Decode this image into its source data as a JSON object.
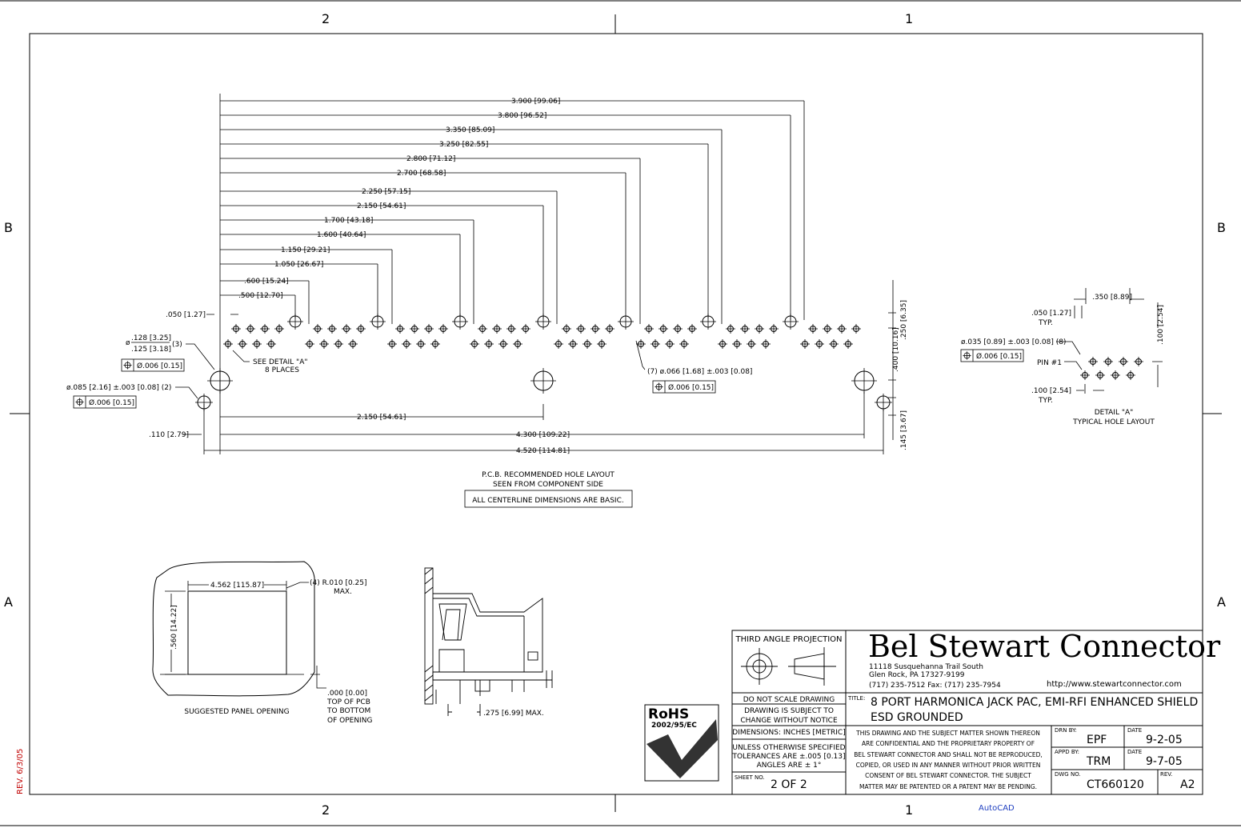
{
  "zones": {
    "col_2": "2",
    "col_1": "1",
    "row_b": "B",
    "row_a": "A"
  },
  "rev_note": "REV. 6/3/05",
  "cad_label": "AutoCAD",
  "pcb_layout": {
    "horizontal_dims": [
      "3.900 [99.06]",
      "3.800 [96.52]",
      "3.350 [85.09]",
      "3.250 [82.55]",
      "2.800 [71.12]",
      "2.700 [68.58]",
      "2.250 [57.15]",
      "2.150 [54.61]",
      "1.700 [43.18]",
      "1.600 [40.64]",
      "1.150 [29.21]",
      "1.050 [26.67]",
      ".600 [15.24]",
      ".500 [12.70]"
    ],
    "dim_050": ".050 [1.27]",
    "mount_hole_top": ".128 [3.25]",
    "mount_hole_bottom": ".125 [3.18]",
    "mount_hole_qty": "(3)",
    "see_detail": "SEE DETAIL \"A\"",
    "places": "8 PLACES",
    "fcf_tol": "Ø.006 [0.15]",
    "small_hole": "ø.085 [2.16] ±.003 [0.08] (2)",
    "led_hole": "(7) ø.066 [1.68] ±.003 [0.08]",
    "dim_2150": "2.150 [54.61]",
    "dim_110": ".110 [2.79]",
    "dim_4300": "4.300 [109.22]",
    "dim_4520": "4.520 [114.81]",
    "dim_250": ".250 [6.35]",
    "dim_400": ".400 [10.16]",
    "dim_145": ".145 [3.67]",
    "caption_1": "P.C.B. RECOMMENDED HOLE LAYOUT",
    "caption_2": "SEEN FROM COMPONENT SIDE",
    "basic_note": "ALL CENTERLINE DIMENSIONS ARE BASIC."
  },
  "detail_a": {
    "dim_350": ".350 [8.89]",
    "dim_050": ".050 [1.27]",
    "typ": "TYP.",
    "dim_100_v": ".100 [2.54]",
    "pin_hole": "ø.035 [0.89] ±.003 [0.08] (8)",
    "pin1": "PIN #1",
    "dim_100_h": ".100 [2.54]",
    "title": "DETAIL \"A\"",
    "subtitle": "TYPICAL HOLE LAYOUT"
  },
  "panel": {
    "width": "4.562 [115.87]",
    "radius": "(4) R.010 [0.25]",
    "max": "MAX.",
    "height": ".560 [14.22]",
    "edge_1": ".000 [0.00]",
    "edge_2": "TOP OF PCB",
    "edge_3": "TO BOTTOM",
    "edge_4": "OF OPENING",
    "caption": "SUGGESTED PANEL OPENING"
  },
  "side_view": {
    "dim": ".275 [6.99] MAX."
  },
  "rohs": {
    "title": "RoHS",
    "code": "2002/95/EC"
  },
  "title_block": {
    "projection": "THIRD ANGLE PROJECTION",
    "company": "Bel Stewart Connector",
    "addr_1": "11118 Susquehanna Trail South",
    "addr_2": "Glen Rock, PA  17327-9199",
    "addr_3": "(717) 235-7512  Fax: (717) 235-7954",
    "web": "http://www.stewartconnector.com",
    "no_scale": "DO NOT SCALE DRAWING",
    "subject_1": "DRAWING IS SUBJECT TO",
    "subject_2": "CHANGE WITHOUT NOTICE",
    "dims_units": "DIMENSIONS: INCHES [METRIC]",
    "tol_1": "UNLESS OTHERWISE SPECIFIED",
    "tol_2": "TOLERANCES ARE ±.005 [0.13]",
    "tol_3": "ANGLES ARE ± 1°",
    "sheet_label": "SHEET NO.",
    "sheet": "2 OF 2",
    "title_label": "TITLE:",
    "title_1": "8 PORT HARMONICA JACK PAC, EMI-RFI ENHANCED SHIELD",
    "title_2": "ESD GROUNDED",
    "conf_1": "THIS DRAWING AND THE SUBJECT MATTER SHOWN THEREON",
    "conf_2": "ARE CONFIDENTIAL AND THE PROPRIETARY PROPERTY OF",
    "conf_3": "BEL STEWART CONNECTOR AND SHALL NOT BE REPRODUCED,",
    "conf_4": "COPIED, OR USED IN ANY MANNER WITHOUT PRIOR WRITTEN",
    "conf_5": "CONSENT OF BEL STEWART CONNECTOR.  THE SUBJECT",
    "conf_6": "MATTER MAY BE PATENTED OR A PATENT MAY BE PENDING.",
    "drn_label": "DRN BY:",
    "drn": "EPF",
    "date_label": "DATE",
    "drn_date": "9-2-05",
    "appd_label": "APPD BY:",
    "appd": "TRM",
    "appd_date": "9-7-05",
    "dwg_label": "DWG NO.",
    "dwg": "CT660120",
    "rev_label": "REV.",
    "rev": "A2"
  }
}
